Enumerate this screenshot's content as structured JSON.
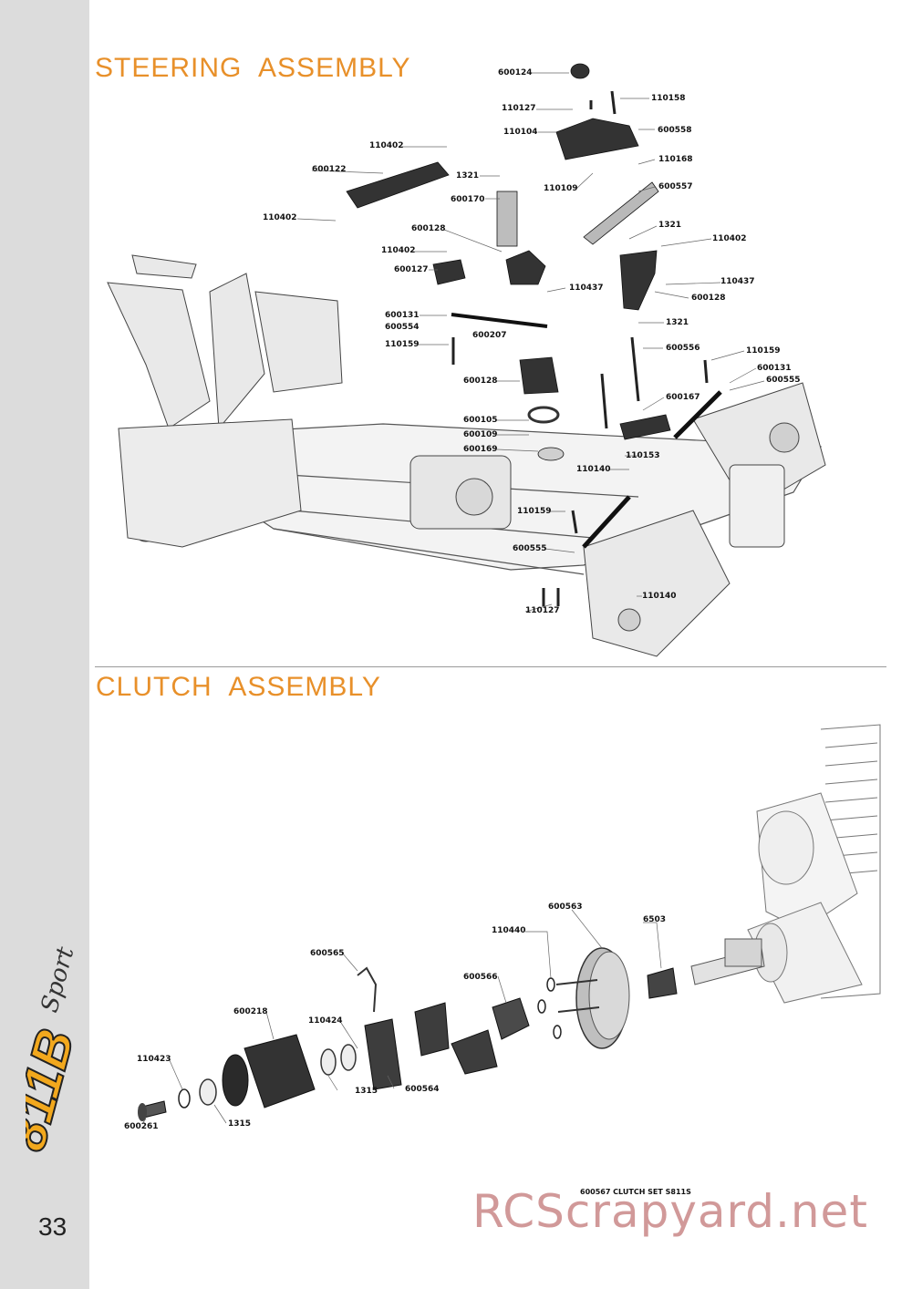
{
  "page": {
    "number": "33"
  },
  "branding": {
    "logo_text": "811B Sport"
  },
  "steering": {
    "title": "STEERING  ASSEMBLY",
    "parts": [
      {
        "id": "p1",
        "label": "600124"
      },
      {
        "id": "p2",
        "label": "110158"
      },
      {
        "id": "p3",
        "label": "110127"
      },
      {
        "id": "p4",
        "label": "110104"
      },
      {
        "id": "p5",
        "label": "600558"
      },
      {
        "id": "p6",
        "label": "110402"
      },
      {
        "id": "p7",
        "label": "600122"
      },
      {
        "id": "p8",
        "label": "1321"
      },
      {
        "id": "p9",
        "label": "110168"
      },
      {
        "id": "p10",
        "label": "110109"
      },
      {
        "id": "p11",
        "label": "600557"
      },
      {
        "id": "p12",
        "label": "600170"
      },
      {
        "id": "p13",
        "label": "110402"
      },
      {
        "id": "p14",
        "label": "1321"
      },
      {
        "id": "p15",
        "label": "600128"
      },
      {
        "id": "p16",
        "label": "110402"
      },
      {
        "id": "p17",
        "label": "110402"
      },
      {
        "id": "p18",
        "label": "600127"
      },
      {
        "id": "p19",
        "label": "110437"
      },
      {
        "id": "p20",
        "label": "110437"
      },
      {
        "id": "p21",
        "label": "600128"
      },
      {
        "id": "p22",
        "label": "600131"
      },
      {
        "id": "p23",
        "label": "600554"
      },
      {
        "id": "p24",
        "label": "1321"
      },
      {
        "id": "p25",
        "label": "600207"
      },
      {
        "id": "p26",
        "label": "110159"
      },
      {
        "id": "p27",
        "label": "600556"
      },
      {
        "id": "p28",
        "label": "110159"
      },
      {
        "id": "p29",
        "label": "600128"
      },
      {
        "id": "p30",
        "label": "600131"
      },
      {
        "id": "p31",
        "label": "600555"
      },
      {
        "id": "p32",
        "label": "600167"
      },
      {
        "id": "p33",
        "label": "600105"
      },
      {
        "id": "p34",
        "label": "600109"
      },
      {
        "id": "p35",
        "label": "600169"
      },
      {
        "id": "p36",
        "label": "110153"
      },
      {
        "id": "p37",
        "label": "110140"
      },
      {
        "id": "p38",
        "label": "110159"
      },
      {
        "id": "p39",
        "label": "600555"
      },
      {
        "id": "p40",
        "label": "110140"
      },
      {
        "id": "p41",
        "label": "110127"
      }
    ]
  },
  "clutch": {
    "title": "CLUTCH  ASSEMBLY",
    "parts": [
      {
        "id": "c1",
        "label": "600563"
      },
      {
        "id": "c2",
        "label": "6503"
      },
      {
        "id": "c3",
        "label": "110440"
      },
      {
        "id": "c4",
        "label": "600565"
      },
      {
        "id": "c5",
        "label": "600566"
      },
      {
        "id": "c6",
        "label": "600218"
      },
      {
        "id": "c7",
        "label": "110424"
      },
      {
        "id": "c8",
        "label": "110423"
      },
      {
        "id": "c9",
        "label": "1315"
      },
      {
        "id": "c10",
        "label": "600564"
      },
      {
        "id": "c11",
        "label": "600261"
      },
      {
        "id": "c12",
        "label": "1315"
      }
    ],
    "set_note": "600567 CLUTCH SET S811S"
  },
  "watermark": "RCScrapyard.net",
  "colors": {
    "title": "#e8902a",
    "sidebar": "#dcdcdc",
    "watermark": "#c98888"
  }
}
